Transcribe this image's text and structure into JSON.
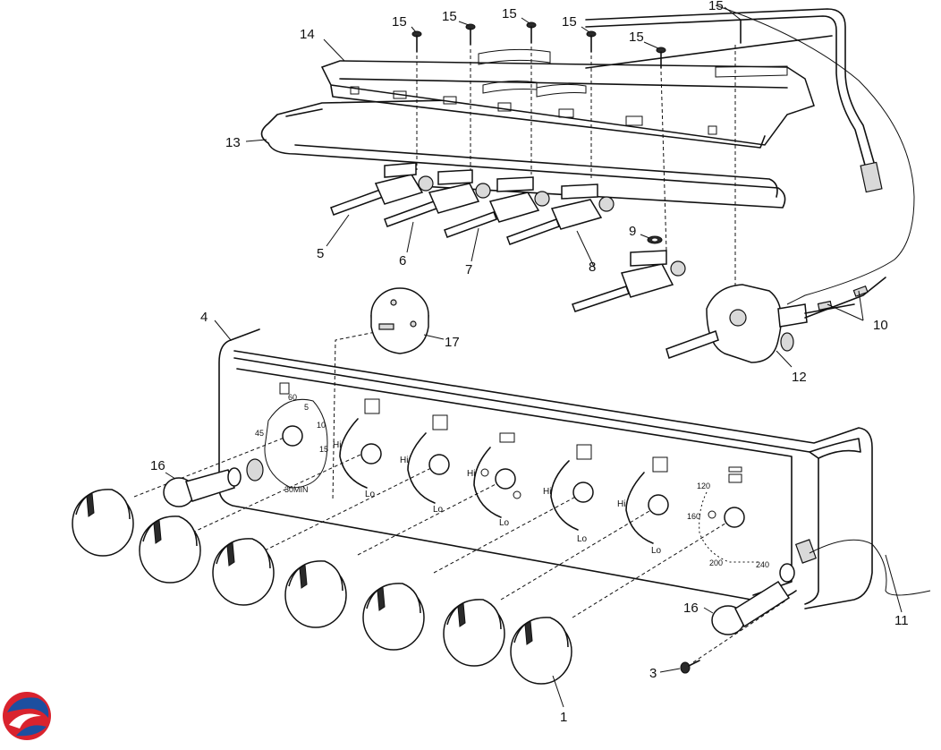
{
  "callouts": {
    "c1": "1",
    "c3": "3",
    "c4": "4",
    "c5": "5",
    "c6": "6",
    "c7": "7",
    "c8": "8",
    "c9": "9",
    "c10": "10",
    "c11": "11",
    "c12": "12",
    "c13": "13",
    "c14": "14",
    "c15a": "15",
    "c15b": "15",
    "c15c": "15",
    "c15d": "15",
    "c15e": "15",
    "c15f": "15",
    "c16a": "16",
    "c16b": "16",
    "c17": "17"
  },
  "timer_dial": {
    "marks": [
      "60",
      "5",
      "10",
      "15",
      "45",
      "30MIN"
    ]
  },
  "burner_labels": {
    "hi": "Hi",
    "lo": "Lo"
  },
  "oven_dial": {
    "marks": [
      "120",
      "160",
      "200",
      "240"
    ]
  },
  "colors": {
    "line": "#111111",
    "logo_red": "#d9232e",
    "logo_blue": "#1c4fa0"
  }
}
